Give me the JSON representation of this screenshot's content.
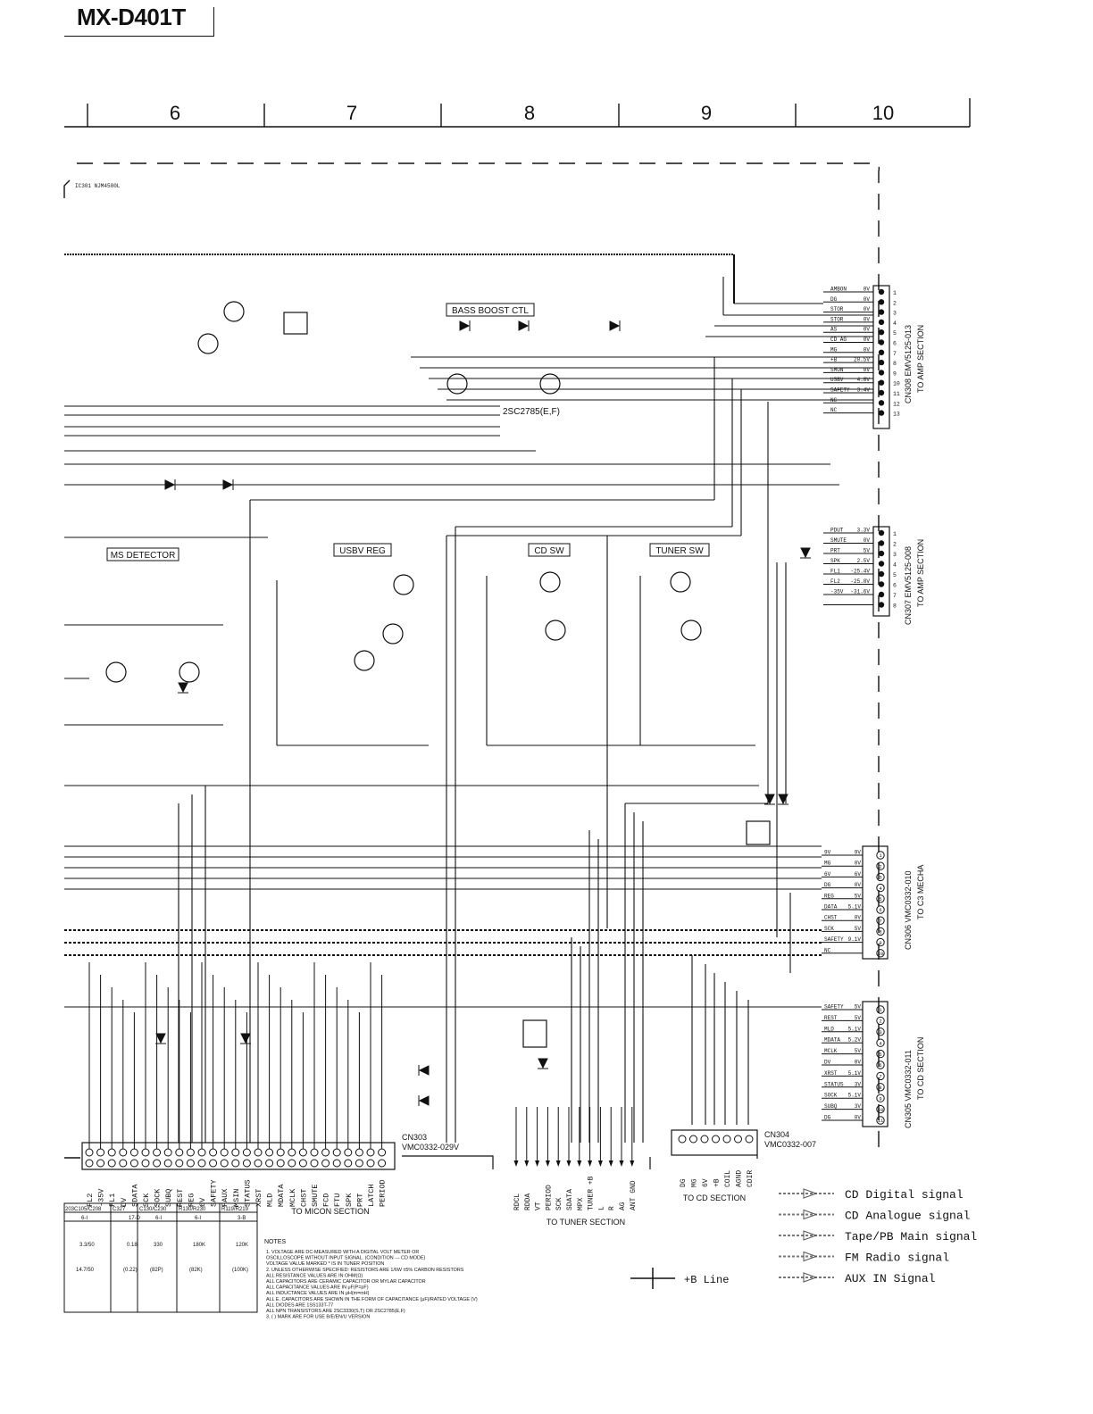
{
  "title": "MX-D401T",
  "columns": [
    "6",
    "7",
    "8",
    "9",
    "10"
  ],
  "blocks": {
    "bass_boost": "BASS BOOST CTL",
    "ms_detector": "MS DETECTOR",
    "usb_reg": "USBV REG",
    "cd_sw": "CD SW",
    "tuner_sw": "TUNER SW"
  },
  "ic_label": "IC301 NJM4580L",
  "transistor_label": "2SC2785(E,F)",
  "connectors": {
    "cn308": {
      "name": "CN308 EMV5125-013",
      "dest": "TO AMP SECTION",
      "pins": [
        {
          "n": "1",
          "label": "AMBON",
          "v": "0V"
        },
        {
          "n": "2",
          "label": "DG",
          "v": "0V"
        },
        {
          "n": "3",
          "label": "STOR",
          "v": "0V"
        },
        {
          "n": "4",
          "label": "STOR",
          "v": "0V"
        },
        {
          "n": "5",
          "label": "AS",
          "v": "0V"
        },
        {
          "n": "6",
          "label": "CD AG",
          "v": "0V"
        },
        {
          "n": "7",
          "label": "MG",
          "v": "0V"
        },
        {
          "n": "8",
          "label": "+B",
          "v": "20.5V"
        },
        {
          "n": "9",
          "label": "SMON",
          "v": "0V"
        },
        {
          "n": "10",
          "label": "USBV",
          "v": "4.8V"
        },
        {
          "n": "11",
          "label": "SAFETY",
          "v": "3.4V"
        },
        {
          "n": "12",
          "label": "NC",
          "v": ""
        },
        {
          "n": "13",
          "label": "NC",
          "v": ""
        }
      ]
    },
    "cn307": {
      "name": "CN307 EMV5125-008",
      "dest": "TO AMP SECTION",
      "pins": [
        {
          "n": "1",
          "label": "PDUT",
          "v": "3.3V"
        },
        {
          "n": "2",
          "label": "SMUTE",
          "v": "0V"
        },
        {
          "n": "3",
          "label": "PRT",
          "v": "5V"
        },
        {
          "n": "4",
          "label": "SPK",
          "v": "2.5V"
        },
        {
          "n": "5",
          "label": "FL1",
          "v": "-25.4V"
        },
        {
          "n": "6",
          "label": "FL2",
          "v": "-25.8V"
        },
        {
          "n": "7",
          "label": "-35V",
          "v": "-31.6V"
        },
        {
          "n": "8",
          "label": "",
          "v": ""
        }
      ]
    },
    "cn306": {
      "name": "CN306 VMC0332-010",
      "dest": "TO C3 MECHA",
      "pins": [
        {
          "n": "1",
          "label": "9V",
          "v": "9V"
        },
        {
          "n": "2",
          "label": "MG",
          "v": "0V"
        },
        {
          "n": "3",
          "label": "6V",
          "v": "6V"
        },
        {
          "n": "4",
          "label": "DG",
          "v": "0V"
        },
        {
          "n": "5",
          "label": "REG",
          "v": "5V"
        },
        {
          "n": "6",
          "label": "DATA",
          "v": "5.1V"
        },
        {
          "n": "7",
          "label": "CHST",
          "v": "0V"
        },
        {
          "n": "8",
          "label": "SCK",
          "v": "5V"
        },
        {
          "n": "9",
          "label": "SAFETY",
          "v": "9.1V"
        },
        {
          "n": "10",
          "label": "NC",
          "v": ""
        }
      ]
    },
    "cn305": {
      "name": "CN305 VMC0332-011",
      "dest": "TO CD SECTION",
      "pins": [
        {
          "n": "1",
          "label": "SAFETY",
          "v": "5V"
        },
        {
          "n": "2",
          "label": "REST",
          "v": "5V"
        },
        {
          "n": "3",
          "label": "MLD",
          "v": "5.1V"
        },
        {
          "n": "4",
          "label": "MDATA",
          "v": "5.2V"
        },
        {
          "n": "5",
          "label": "MCLK",
          "v": "5V"
        },
        {
          "n": "6",
          "label": "DV",
          "v": "0V"
        },
        {
          "n": "7",
          "label": "XRST",
          "v": "5.1V"
        },
        {
          "n": "8",
          "label": "STATUS",
          "v": "3V"
        },
        {
          "n": "9",
          "label": "SOCK",
          "v": "5.1V"
        },
        {
          "n": "10",
          "label": "SUBQ",
          "v": "3V"
        },
        {
          "n": "11",
          "label": "DG",
          "v": "0V"
        }
      ]
    },
    "cn303": {
      "name": "CN303",
      "part": "VMC0332-029V",
      "dest": "TO MICON SECTION",
      "pins": [
        "FL2",
        "-35V",
        "FL1",
        "DV",
        "SDATA",
        "SCK",
        "SOCK",
        "SUBQ",
        "REST",
        "REG",
        "6V",
        "SAFETY",
        "FAUX",
        "MSIN",
        "STATUS",
        "XRST",
        "MLD",
        "MDATA",
        "MCLK",
        "CHST",
        "SMUTE",
        "FCD",
        "FTU",
        "SPK",
        "PRT",
        "LATCH",
        "PERIOD"
      ]
    },
    "cn304": {
      "name": "CN304",
      "part": "VMC0332-007",
      "dest": "TO CD SECTION",
      "pins": [
        "DG",
        "MG",
        "6V",
        "+B",
        "COIL",
        "AGND",
        "CDIR"
      ]
    },
    "tuner": {
      "dest": "TO TUNER SECTION",
      "pins": [
        "RDCL",
        "RDDA",
        "VT",
        "PERIOD",
        "SCK",
        "SDATA",
        "MPX",
        "TUNER +B",
        "L",
        "R",
        "AG",
        "ANT GND"
      ]
    }
  },
  "legend": [
    {
      "label": "CD Digital signal"
    },
    {
      "label": "CD Analogue signal"
    },
    {
      "label": "Tape/PB Main signal"
    },
    {
      "label": "FM Radio signal"
    },
    {
      "label": "AUX IN Signal"
    }
  ],
  "bline_label": "+B Line",
  "table": {
    "headers": [
      "203C105/C208",
      "C327",
      "C130/C230",
      "R130/R230",
      "R119/R219"
    ],
    "sub": [
      "6-I",
      "17-D",
      "6-I",
      "6-I",
      "3-B"
    ],
    "row1": [
      "3.3/50",
      "0.18",
      "330",
      "180K",
      "120K"
    ],
    "row2": [
      "14.7/50",
      "(0.22)",
      "(82P)",
      "(82K)",
      "(100K)"
    ]
  },
  "notes": {
    "head": "NOTES",
    "lines": [
      "1. VOLTAGE ARE DC-MEASURED WITH A DIGITAL VOLT METER OR",
      "   OSCILLOSCOPE WITHOUT INPUT SIGNAL. (CONDITION --- CD MODE)",
      "   VOLTAGE VALUE MARKED * IS IN TUNER POSITION",
      "2. UNLESS OTHERWISE SPECIFIED: RESISTORS ARE 1/6W ±5% CARBON RESISTORS",
      "   ALL RESISTANCE VALUES ARE IN OHM(Ω)",
      "   ALL CAPACITORS ARE CERAMIC CAPACITOR OR MYLAR CAPACITOR",
      "   ALL CAPACITANCE VALUES ARE IN μF(P=pF)",
      "   ALL INDUCTANCE VALUES ARE IN μH(m=mH)",
      "   ALL E. CAPACITORS ARE SHOWN IN THE FORM OF CAPACITANCE (μF)/RATED VOLTAGE (V)",
      "   ALL DIODES ARE 1SS133T-77",
      "   ALL NPN TRANSISTORS ARE 2SC3330(S,T) OR 2SC2785(E,F)",
      "3. ( ) MARK ARE FOR USE B/E/EN/U VERSION"
    ]
  }
}
